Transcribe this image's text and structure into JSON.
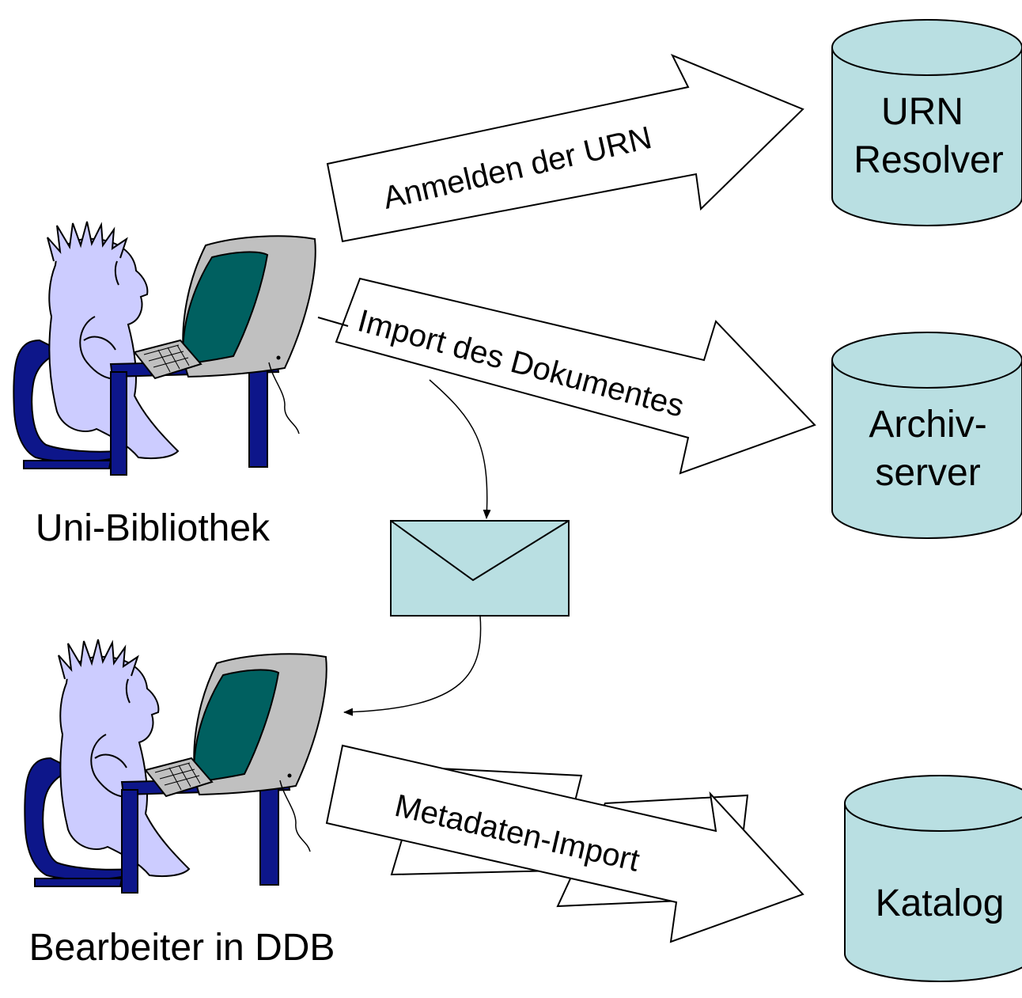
{
  "colors": {
    "cylinder": "#b9dfe2",
    "envelope": "#b9dfe2",
    "person": "#ccccff",
    "chair_desk": "#0d168a",
    "monitor": "#c0c0c0",
    "screen": "#006060",
    "stroke": "#000000"
  },
  "actors": {
    "uni_library": {
      "label": "Uni-Bibliothek",
      "icon": "person-at-computer-icon"
    },
    "ddb_editor": {
      "label": "Bearbeiter in DDB",
      "icon": "person-at-computer-icon"
    }
  },
  "databases": {
    "urn_resolver": {
      "line1": "URN",
      "line2": "Resolver"
    },
    "archive_server": {
      "line1": "Archiv-",
      "line2": "server"
    },
    "catalog": {
      "line1": "Katalog"
    }
  },
  "arrows": {
    "register_urn": "Anmelden der URN",
    "import_document": "Import des Dokumentes",
    "metadata_import": "Metadaten-Import"
  },
  "icons": {
    "envelope": "envelope-icon",
    "documents": "document-sheets-icon"
  }
}
